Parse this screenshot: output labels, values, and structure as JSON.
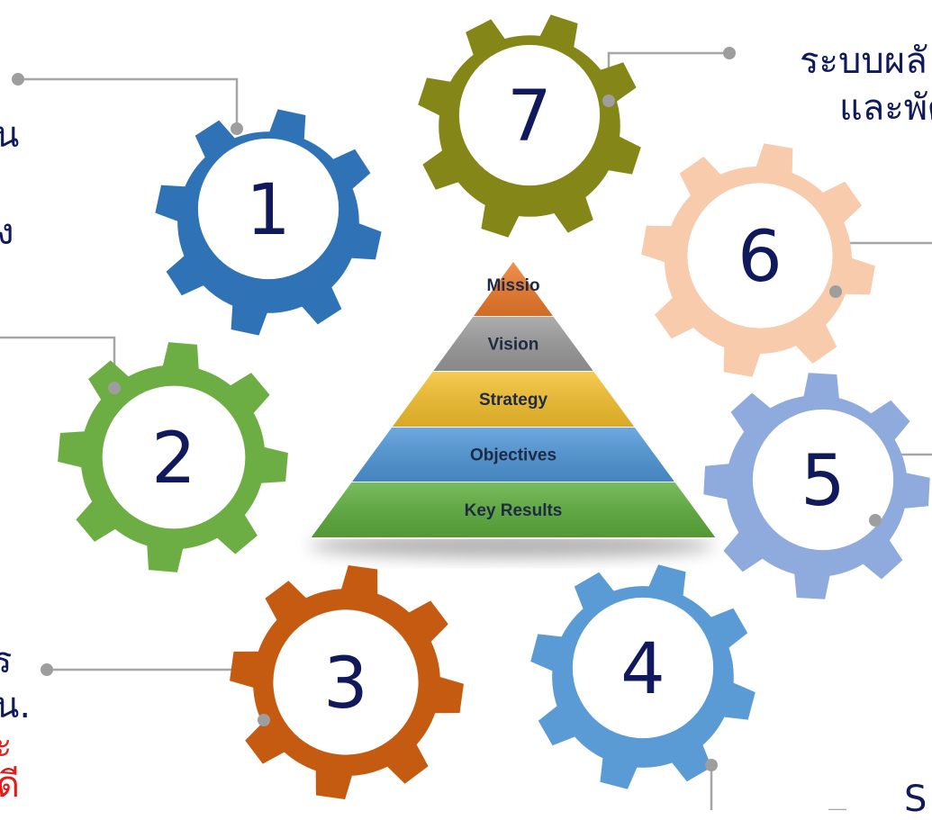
{
  "pyramid": {
    "levels": [
      {
        "label": "Missio",
        "color": "#ee7a2a"
      },
      {
        "label": "Vision",
        "color": "#9b9b9b"
      },
      {
        "label": "Strategy",
        "color": "#f6c12c"
      },
      {
        "label": "Objectives",
        "color": "#4e97d9"
      },
      {
        "label": "Key Results",
        "color": "#5dae3c"
      }
    ]
  },
  "gears": [
    {
      "number": "1",
      "color": "#2f72b6"
    },
    {
      "number": "2",
      "color": "#6cae43"
    },
    {
      "number": "3",
      "color": "#c55a11"
    },
    {
      "number": "4",
      "color": "#5b9bd5"
    },
    {
      "number": "5",
      "color": "#8faadc"
    },
    {
      "number": "6",
      "color": "#f8cbad"
    },
    {
      "number": "7",
      "color": "#848718"
    }
  ],
  "text_fragments": [
    {
      "text": "ระบบผลั",
      "color": "#10195c"
    },
    {
      "text": "และพัฒ",
      "color": "#10195c"
    },
    {
      "text": "น",
      "color": "#10195c"
    },
    {
      "text": "ง",
      "color": "#10195c"
    },
    {
      "text": "ร",
      "color": "#10195c"
    },
    {
      "text": "น.",
      "color": "#10195c"
    },
    {
      "text": "ะ",
      "color": "#e31b1b"
    },
    {
      "text": "ดี",
      "color": "#e31b1b"
    },
    {
      "text": "S",
      "color": "#10195c"
    }
  ]
}
